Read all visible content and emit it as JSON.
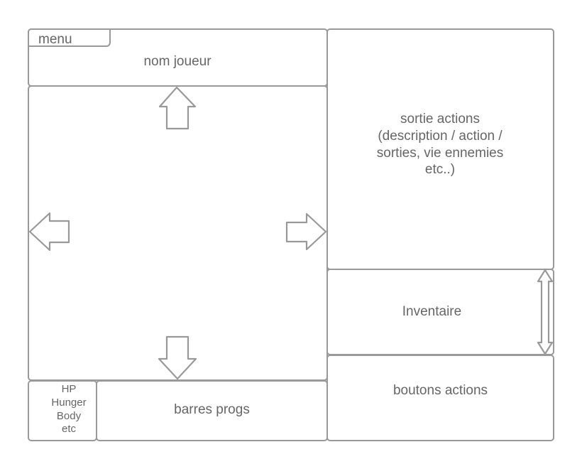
{
  "menu": {
    "label": "menu"
  },
  "player": {
    "name_label": "nom joueur"
  },
  "output": {
    "lines": [
      "sortie actions",
      "(description / action /",
      "sorties, vie ennemies",
      "etc..)"
    ]
  },
  "inventory": {
    "label": "Inventaire"
  },
  "action_buttons": {
    "label": "boutons actions"
  },
  "stats": {
    "lines": [
      "HP",
      "Hunger",
      "Body",
      "etc"
    ]
  },
  "progress": {
    "label": "barres progs"
  },
  "navigation": {
    "arrows": [
      "arrow-up-icon",
      "arrow-left-icon",
      "arrow-right-icon",
      "arrow-down-icon"
    ],
    "scroll_icon": "scrollbar-double-arrow-icon"
  },
  "colors": {
    "stroke": "#999999",
    "text": "#666666",
    "background": "#ffffff"
  }
}
